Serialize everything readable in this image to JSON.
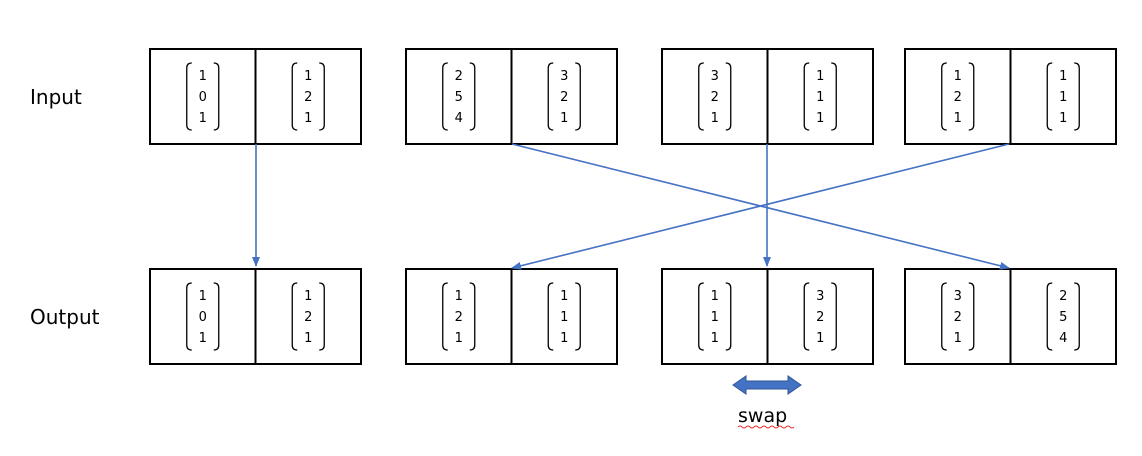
{
  "rows": [
    {
      "label": "Input",
      "pairs": [
        [
          [
            "1",
            "0",
            "1"
          ],
          [
            "1",
            "2",
            "1"
          ]
        ],
        [
          [
            "2",
            "5",
            "4"
          ],
          [
            "3",
            "2",
            "1"
          ]
        ],
        [
          [
            "3",
            "2",
            "1"
          ],
          [
            "1",
            "1",
            "1"
          ]
        ],
        [
          [
            "1",
            "2",
            "1"
          ],
          [
            "1",
            "1",
            "1"
          ]
        ]
      ]
    },
    {
      "label": "Output",
      "pairs": [
        [
          [
            "1",
            "0",
            "1"
          ],
          [
            "1",
            "2",
            "1"
          ]
        ],
        [
          [
            "1",
            "2",
            "1"
          ],
          [
            "1",
            "1",
            "1"
          ]
        ],
        [
          [
            "1",
            "1",
            "1"
          ],
          [
            "3",
            "2",
            "1"
          ]
        ],
        [
          [
            "3",
            "2",
            "1"
          ],
          [
            "2",
            "5",
            "4"
          ]
        ]
      ]
    }
  ],
  "swap_label": "swap",
  "colors": {
    "arrow": "#4472c4",
    "box": "#000000"
  }
}
